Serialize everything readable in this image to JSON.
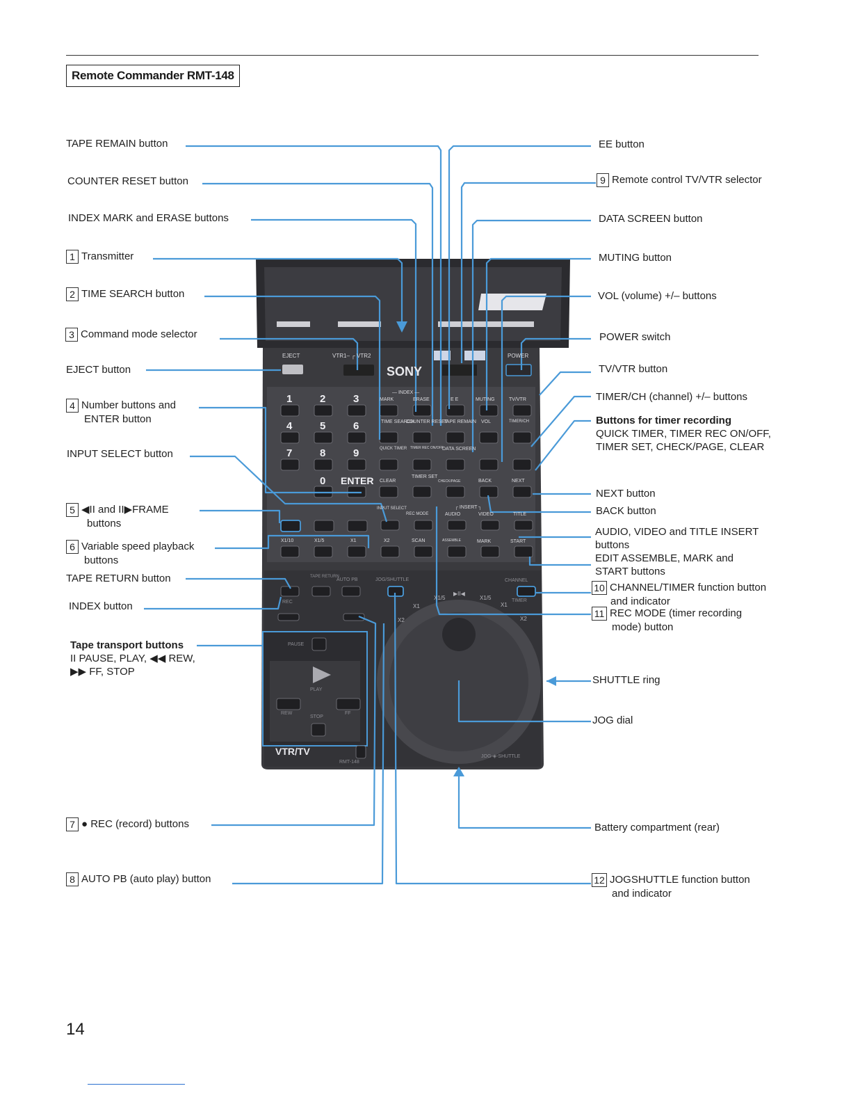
{
  "header": {
    "title": "Remote Commander RMT-148"
  },
  "page_number": "14",
  "colors": {
    "leader": "#4a9ad8",
    "remote_body": "#3a3a3e",
    "remote_panel": "#505055",
    "label_text": "#1f1f1f"
  },
  "labels_left": {
    "tape_remain": "TAPE REMAIN button",
    "counter_reset": "COUNTER RESET button",
    "index_mark_erase": "INDEX MARK and ERASE buttons",
    "transmitter_num": "1",
    "transmitter": "Transmitter",
    "time_search_num": "2",
    "time_search": "TIME SEARCH button",
    "command_mode_num": "3",
    "command_mode": "Command mode selector",
    "eject": "EJECT button",
    "number_buttons_num": "4",
    "number_buttons_1": "Number buttons and",
    "number_buttons_2": "ENTER button",
    "input_select": "INPUT SELECT button",
    "frame_num": "5",
    "frame_1": "◀II and II▶FRAME",
    "frame_2": "buttons",
    "variable_num": "6",
    "variable_1": "Variable speed playback",
    "variable_2": "buttons",
    "tape_return": "TAPE RETURN button",
    "index": "INDEX button",
    "transport_head": "Tape transport buttons",
    "transport_1": "II PAUSE, PLAY, ◀◀ REW,",
    "transport_2": "▶▶ FF, STOP",
    "rec_num": "7",
    "rec": "● REC (record) buttons",
    "auto_pb_num": "8",
    "auto_pb": "AUTO PB (auto play) button"
  },
  "labels_right": {
    "ee": "EE button",
    "tv_vtr_selector_num": "9",
    "tv_vtr_selector": "Remote control TV/VTR selector",
    "data_screen": "DATA SCREEN button",
    "muting": "MUTING button",
    "vol": "VOL (volume) +/– buttons",
    "power": "POWER switch",
    "tv_vtr": "TV/VTR button",
    "timer_ch": "TIMER/CH (channel) +/– buttons",
    "timer_head": "Buttons for timer recording",
    "timer_1": "QUICK TIMER, TIMER REC ON/OFF,",
    "timer_2": "TIMER SET, CHECK/PAGE, CLEAR",
    "next": "NEXT button",
    "back": "BACK button",
    "insert_1": "AUDIO, VIDEO and TITLE INSERT",
    "insert_2": "buttons",
    "edit_1": "EDIT ASSEMBLE, MARK and",
    "edit_2": "START buttons",
    "channel_timer_num": "10",
    "channel_timer_1": "CHANNEL/TIMER function button",
    "channel_timer_2": "and indicator",
    "rec_mode_num": "11",
    "rec_mode_1": "REC MODE (timer recording",
    "rec_mode_2": "mode) button",
    "shuttle": "SHUTTLE ring",
    "jog": "JOG dial",
    "battery": "Battery compartment (rear)",
    "jogshuttle_num": "12",
    "jogshuttle_1": "JOGSHUTTLE function button",
    "jogshuttle_2": "and indicator"
  },
  "remote": {
    "brand": "SONY",
    "model": "RMT-148",
    "vtr_tv": "VTR/TV",
    "jog_shuttle": "JOG-◈-SHUTTLE",
    "eject": "EJECT",
    "vtr_select": "VTR1– ┌ VTR2",
    "power": "POWER",
    "index_group": "— INDEX —",
    "mark": "MARK",
    "erase": "ERASE",
    "ee": "E E",
    "muting": "MUTING",
    "tv_vtr": "TV/VTR",
    "time_search": "TIME SEARCH",
    "counter_reset": "COUNTER RESET",
    "tape_remain": "TAPE REMAIN",
    "vol": "VOL",
    "timer_ch": "TIMER/CH",
    "quick_timer": "QUICK TIMER",
    "timer_rec": "TIMER REC ON/OFF",
    "data_screen": "DATA SCREEN",
    "clear": "CLEAR",
    "timer_set": "TIMER SET",
    "check_page": "CHECK/PAGE",
    "back": "BACK",
    "next": "NEXT",
    "digits": [
      "1",
      "2",
      "3",
      "4",
      "5",
      "6",
      "7",
      "8",
      "9",
      "0"
    ],
    "enter": "ENTER",
    "input_select": "INPUT SELECT",
    "rec_mode": "REC MODE",
    "insert": "┌ INSERT ┐",
    "audio": "AUDIO",
    "video": "VIDEO",
    "title": "TITLE",
    "speeds": [
      "X1/10",
      "X1/5",
      "X1",
      "X2",
      "SCAN"
    ],
    "assemble": "ASSEMBLE",
    "mark2": "MARK",
    "start": "START",
    "tape_return": "TAPE RETURN",
    "auto_pb": "AUTO PB",
    "jogshuttle_btn": "JOG/SHUTTLE",
    "channel": "CHANNEL",
    "timer": "TIMER",
    "rec_label": "REC",
    "pause": "PAUSE",
    "play": "PLAY",
    "rew": "REW",
    "ff": "FF",
    "stop": "STOP",
    "shuttle_marks": [
      "X2",
      "X1",
      "X1/5",
      "▶II◀",
      "X1/5",
      "X1",
      "X2"
    ]
  }
}
